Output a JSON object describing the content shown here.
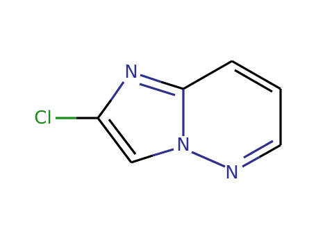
{
  "atoms": {
    "n_imidazole": {
      "element": "N",
      "label": "N"
    },
    "n_bridgehead": {
      "element": "N",
      "label": "N"
    },
    "n_pyridazine": {
      "element": "N",
      "label": "N"
    },
    "chlorine": {
      "element": "Cl",
      "label": "Cl"
    }
  },
  "colors": {
    "carbon": "#000000",
    "nitrogen": "#30308e",
    "chlorine": "#1a8c1a"
  }
}
